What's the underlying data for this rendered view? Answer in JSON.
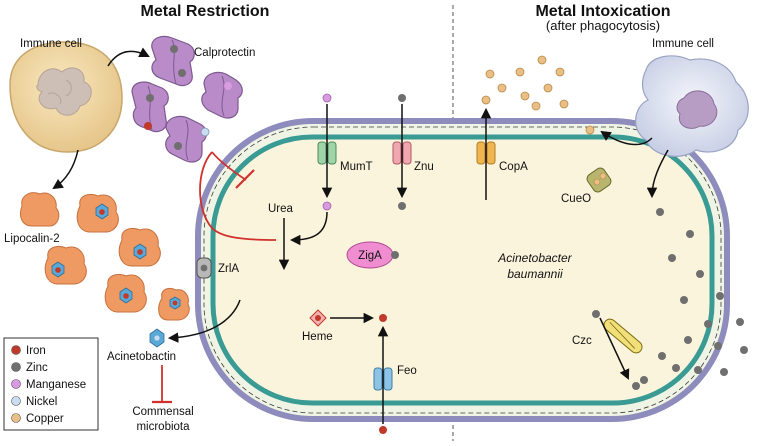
{
  "headings": {
    "left": "Metal Restriction",
    "right": "Metal Intoxication",
    "right_sub": "(after phagocytosis)"
  },
  "labels": {
    "immune_cell_left": "Immune cell",
    "immune_cell_right": "Immune cell",
    "calprotectin": "Calprotectin",
    "lipocalin": "Lipocalin-2",
    "acinetobactin": "Acinetobactin",
    "commensal_1": "Commensal",
    "commensal_2": "microbiota",
    "mumt": "MumT",
    "znu": "Znu",
    "urea": "Urea",
    "zigA": "ZigA",
    "zrlA": "ZrlA",
    "heme": "Heme",
    "feo": "Feo",
    "copA": "CopA",
    "cueO": "CueO",
    "czc": "Czc",
    "organism_1": "Acinetobacter",
    "organism_2": "baumannii"
  },
  "legend": [
    {
      "label": "Iron",
      "color": "#c0392b"
    },
    {
      "label": "Zinc",
      "color": "#6f6f6f"
    },
    {
      "label": "Manganese",
      "color": "#d99be0"
    },
    {
      "label": "Nickel",
      "color": "#c9dcf0"
    },
    {
      "label": "Copper",
      "color": "#e9bf86"
    }
  ],
  "colors": {
    "cell_fill": "#fbf4dc",
    "outer_membrane": "#8e8cbc",
    "inner_membrane": "#3a9b94",
    "periplasm": "#eff4e4",
    "calprotectin": "#b98bc9",
    "lipocalin": "#ee9a62",
    "inhibition": "#d0312d"
  }
}
